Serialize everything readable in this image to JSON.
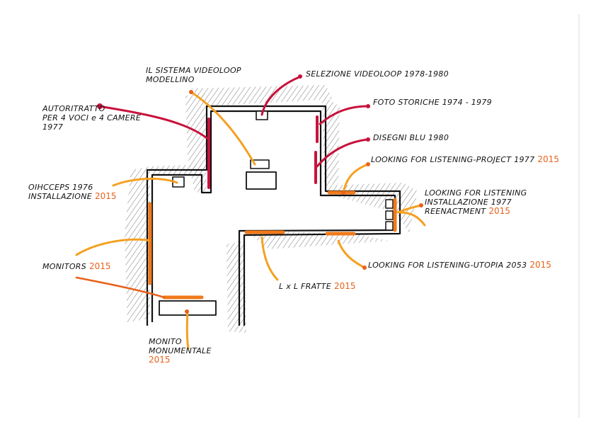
{
  "colors": {
    "ink": "#111111",
    "red": "#c8123c",
    "orange": "#f07a1a",
    "year": "#e8611a",
    "hatch": "#444444"
  },
  "labels": {
    "sistema": {
      "line1": "IL SISTEMA VIDEOLOOP",
      "line2": "MODELLINO"
    },
    "selezione": "SELEZIONE VIDEOLOOP 1978-1980",
    "foto": "FOTO STORICHE 1974 - 1979",
    "disegni": "DISEGNI BLU 1980",
    "autoritratto": {
      "line1": "AUTORITRATTO",
      "line2": "PER 4 VOCI e 4 CAMERE",
      "line3": "1977"
    },
    "looking_project": {
      "text": "LOOKING FOR LISTENING-PROJECT 1977",
      "year": "2015"
    },
    "oihcceps": {
      "line1": "OIHCCEPS 1976",
      "line2": "INSTALLAZIONE",
      "year": "2015"
    },
    "looking_inst": {
      "line1": "LOOKING FOR LISTENING",
      "line2": "INSTALLAZIONE 1977",
      "line3": "REENACTMENT",
      "year": "2015"
    },
    "monitors": {
      "text": "MONITORS",
      "year": "2015"
    },
    "utopia": {
      "text": "LOOKING FOR LISTENING-UTOPIA 2053",
      "year": "2015"
    },
    "lxl": {
      "text": "L x L FRATTE",
      "year": "2015"
    },
    "monito": {
      "line1": "MONITO",
      "line2": "MONUMENTALE",
      "year": "2015"
    }
  }
}
